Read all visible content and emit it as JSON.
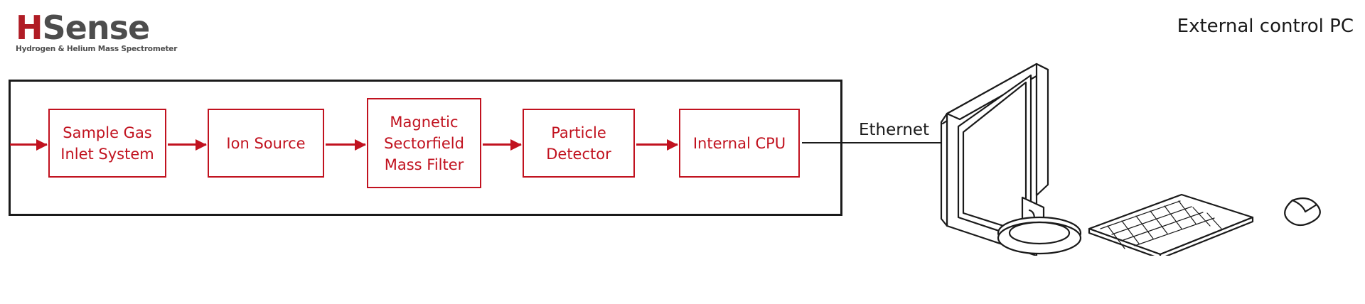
{
  "logo": {
    "word_primary": "H",
    "word_secondary": "Sense",
    "tagline": "Hydrogen & Helium Mass Spectrometer",
    "primary_color": "#b01c25",
    "secondary_color": "#4d4d4d"
  },
  "headings": {
    "external_pc": "External control PC"
  },
  "diagram": {
    "accent_color": "#c1121f",
    "enclosure_color": "#1a1a1a",
    "blocks": [
      {
        "id": "sample-gas-inlet-system",
        "lines": [
          "Sample Gas",
          "Inlet System"
        ]
      },
      {
        "id": "ion-source",
        "lines": [
          "Ion Source"
        ]
      },
      {
        "id": "magnetic-sectorfield-mass-filter",
        "lines": [
          "Magnetic",
          "Sectorfield",
          "Mass Filter"
        ]
      },
      {
        "id": "particle-detector",
        "lines": [
          "Particle",
          "Detector"
        ]
      },
      {
        "id": "internal-cpu",
        "lines": [
          "Internal CPU"
        ]
      }
    ],
    "connection_label": "Ethernet"
  }
}
